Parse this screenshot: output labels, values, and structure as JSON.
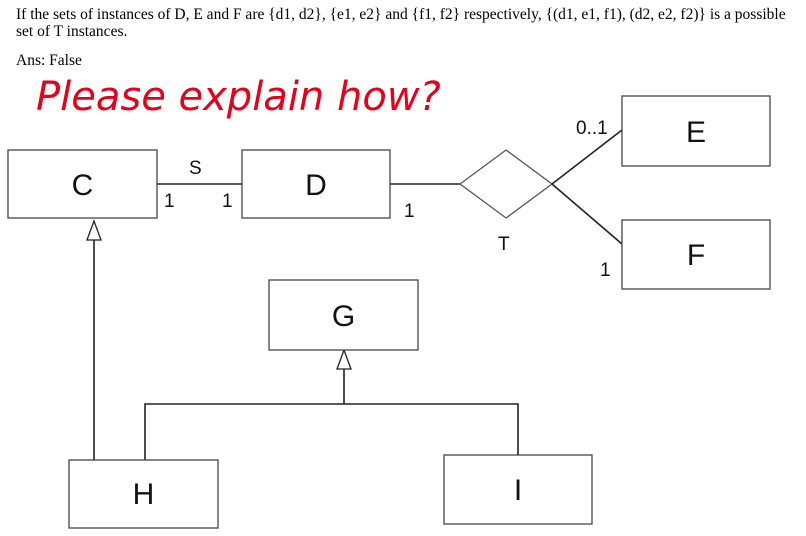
{
  "question": {
    "text": "If the sets of instances of D, E and F are {d1, d2}, {e1, e2} and {f1, f2} respectively, {(d1, e1, f1), (d2, e2, f2)} is a possible set of T instances.",
    "answer": "Ans: False"
  },
  "annotation": {
    "text": "Please explain how?",
    "color": "#e8001a"
  },
  "diagram": {
    "classes": [
      "C",
      "D",
      "E",
      "F",
      "G",
      "H",
      "I"
    ],
    "associations": [
      {
        "name": "S",
        "ends": [
          {
            "class": "C",
            "multiplicity": "1"
          },
          {
            "class": "D",
            "multiplicity": "1"
          }
        ]
      },
      {
        "name": "T",
        "ends": [
          {
            "class": "D",
            "multiplicity": "1"
          },
          {
            "class": "E",
            "multiplicity": "0..1"
          },
          {
            "class": "F",
            "multiplicity": "1"
          }
        ]
      }
    ],
    "generalizations": [
      {
        "sub": "H",
        "super": "C"
      },
      {
        "sub": "H",
        "super": "G"
      },
      {
        "sub": "I",
        "super": "G"
      }
    ]
  }
}
